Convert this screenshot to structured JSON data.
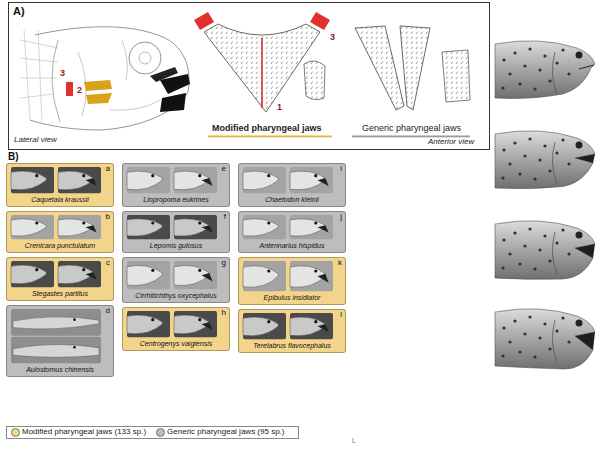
{
  "diagram": {
    "nodes": [
      {
        "text": [
          "A)"
        ]
      },
      {
        "text": [
          "a",
          "Caquetaia kraussii"
        ]
      },
      {
        "text": [
          "b",
          "Crenicara punctulatum"
        ]
      },
      {
        "text": [
          "c",
          "Stegastes partitus"
        ]
      },
      {
        "text": [
          "d",
          "Aulostomus chinensis"
        ]
      },
      {
        "text": [
          "e",
          "Liopropoma eukrines"
        ]
      },
      {
        "text": [
          "f",
          "Lepomis gulosus"
        ]
      },
      {
        "text": [
          "g",
          "Cirrhitichthys oxycephalus"
        ]
      },
      {
        "text": [
          "h",
          "Centrogenys vaigiensis"
        ]
      },
      {
        "text": [
          "i",
          "Chaetodon kleinii"
        ]
      },
      {
        "text": [
          "j",
          "Antennarius hispidus"
        ]
      },
      {
        "text": [
          "k",
          "Epibulus insidiator"
        ]
      },
      {
        "text": [
          "l",
          "Terelabrus flavocephalus"
        ]
      }
    ],
    "labels": [
      "3",
      "2",
      "1",
      "3",
      "Lateral view",
      "Modified pharyngeal jaws",
      "Generic pharyngeal jaws",
      "Anterior view",
      "B)",
      "L"
    ],
    "legend": [
      {
        "text": "Modified pharyngeal jaws (133 sp.)",
        "color": "#f2d48a"
      },
      {
        "text": "Generic pharyngeal jaws (95 sp.)",
        "color": "#bdbdbd"
      }
    ]
  }
}
